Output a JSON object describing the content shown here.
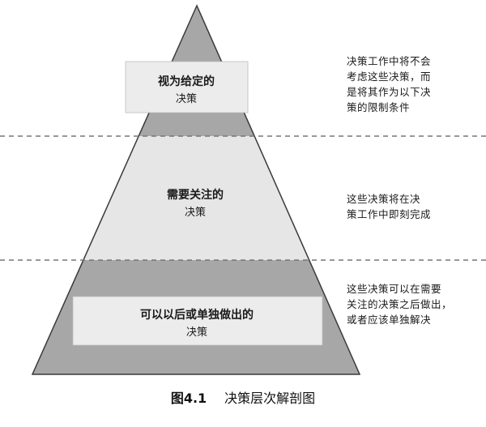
{
  "diagram": {
    "layers": [
      {
        "label_line1": "视为给定的",
        "label_line2": "决策",
        "note_lines": [
          "决策工作中将不会",
          "考虑这些决策，而",
          "是将其作为以下决",
          "策的限制条件"
        ]
      },
      {
        "label_line1": "需要关注的",
        "label_line2": "决策",
        "note_lines": [
          "这些决策将在决",
          "策工作中即刻完成"
        ]
      },
      {
        "label_line1": "可以以后或单独做出的",
        "label_line2": "决策",
        "note_lines": [
          "这些决策可以在需要",
          "关注的决策之后做出，",
          "或者应该单独解决"
        ]
      }
    ]
  },
  "caption": {
    "number": "图4.1",
    "title": "决策层次解剖图"
  },
  "colors": {
    "dark_band": "#a7a7a7",
    "light_band": "#e6e6e6",
    "box_fill": "#ececec",
    "outline": "#3a3a3a",
    "dashed_line": "#777777"
  }
}
